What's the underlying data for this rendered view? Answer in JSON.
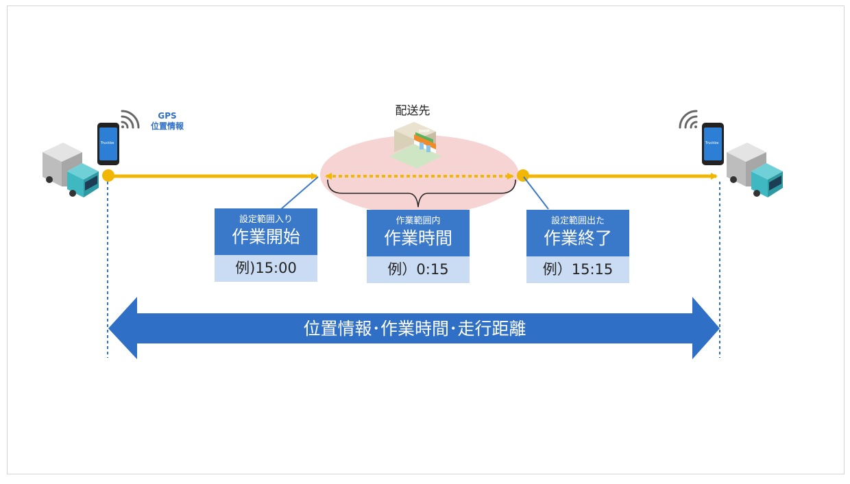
{
  "gps": {
    "line1": "GPS",
    "line2": "位置情報"
  },
  "destination": {
    "label": "配送先",
    "shop_sign": "SHOP"
  },
  "phone": {
    "app_text": "Truckbe"
  },
  "events": [
    {
      "small": "設定範囲入り",
      "big": "作業開始",
      "example": "例)15:00"
    },
    {
      "small": "作業範囲内",
      "big": "作業時間",
      "example": "例）0:15"
    },
    {
      "small": "設定範囲出た",
      "big": "作業終了",
      "example": "例）15:15"
    }
  ],
  "banner": {
    "text": "位置情報･作業時間･走行距離"
  },
  "colors": {
    "arrow_yellow": "#f2b705",
    "box_blue": "#3a78c9",
    "box_light": "#c9dcf3",
    "zone_pink": "#f6d4d4",
    "banner_blue": "#2f6fc6",
    "truck_teal": "#3fb8c2"
  }
}
